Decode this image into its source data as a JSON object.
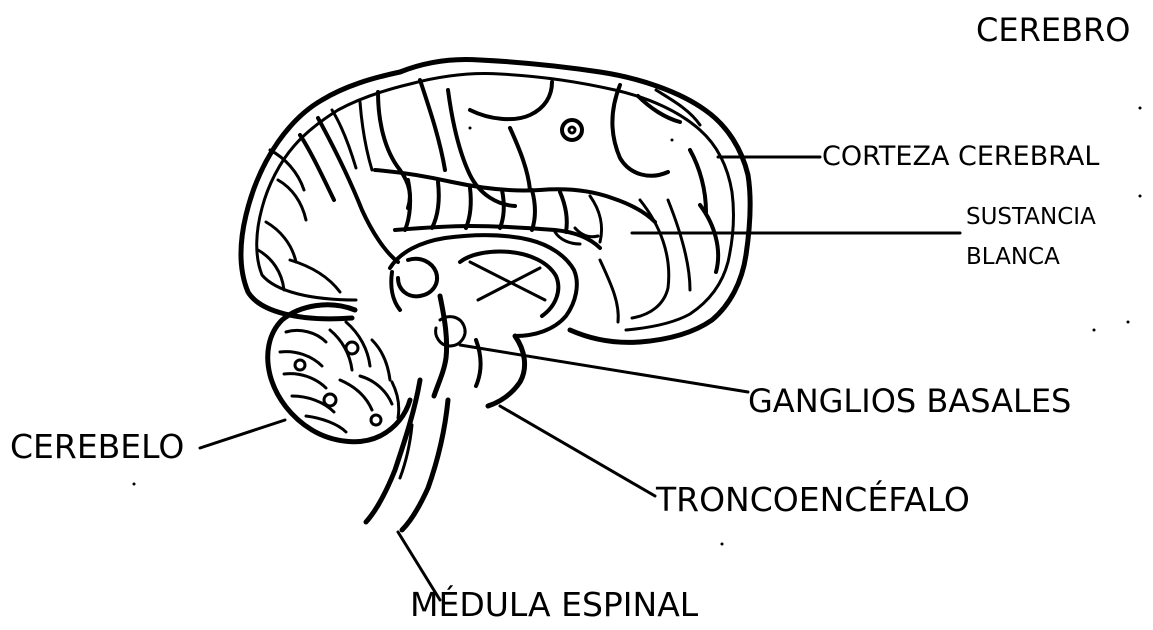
{
  "diagram": {
    "title": "CEREBRO",
    "labels": {
      "corteza": "CORTEZA CEREBRAL",
      "sustancia_line1": "SUSTANCIA",
      "sustancia_line2": "BLANCA",
      "ganglios": "GANGLIOS BASALES",
      "cerebelo": "CEREBELO",
      "troncoencefalo": "TRONCOENCÉFALO",
      "medula": "MÉDULA ESPINAL"
    },
    "colors": {
      "ink": "#000000",
      "background": "#ffffff"
    }
  }
}
